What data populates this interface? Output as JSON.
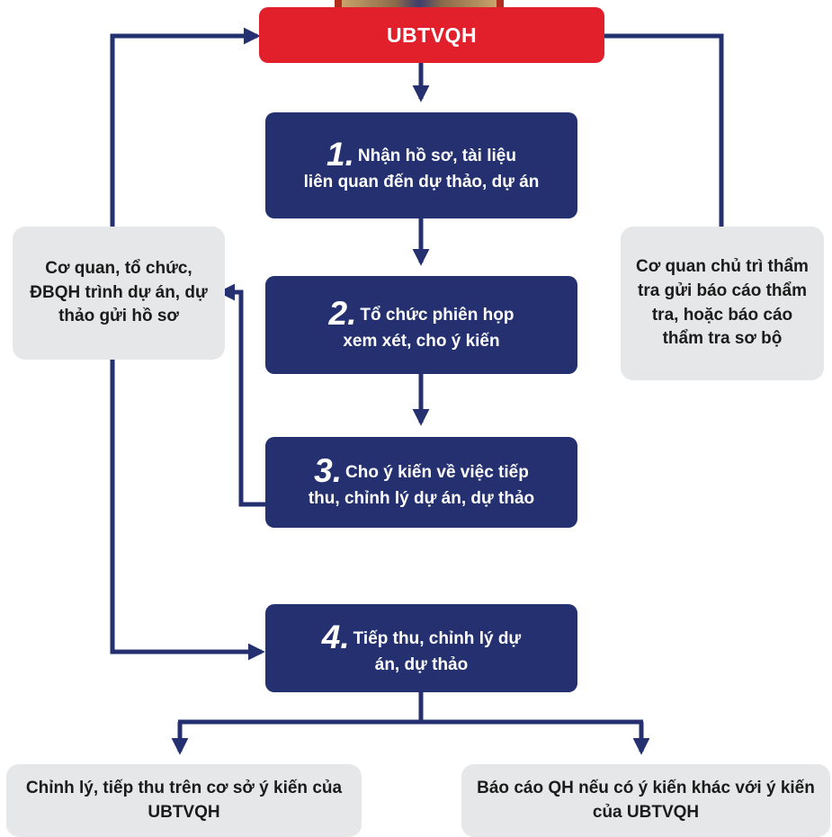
{
  "header": {
    "title": "UBTVQH"
  },
  "steps": [
    {
      "number": "1.",
      "text_first": "Nhận hồ sơ, tài liệu",
      "text_rest": "liên quan đến dự thảo, dự án"
    },
    {
      "number": "2.",
      "text_first": "Tổ chức phiên họp",
      "text_rest": "xem xét, cho ý kiến"
    },
    {
      "number": "3.",
      "text_first": "Cho ý kiến về việc tiếp",
      "text_rest": "thu, chỉnh lý dự án, dự thảo"
    },
    {
      "number": "4.",
      "text_first": "Tiếp thu, chỉnh lý dự",
      "text_rest": "án, dự thảo"
    }
  ],
  "left_box": {
    "text": "Cơ quan, tổ chức, ĐBQH trình dự án, dự thảo gửi hồ sơ"
  },
  "right_box": {
    "text": "Cơ quan chủ trì thẩm tra gửi báo cáo thẩm tra, hoặc báo cáo thẩm tra sơ bộ"
  },
  "outcomes": [
    {
      "text": "Chỉnh lý, tiếp thu trên cơ sở ý kiến của UBTVQH"
    },
    {
      "text": "Báo cáo QH nếu có ý kiến khác với ý kiến của UBTVQH"
    }
  ],
  "colors": {
    "accent_red": "#e1202c",
    "navy": "#24306f",
    "light_gray": "#e6e7e8"
  }
}
